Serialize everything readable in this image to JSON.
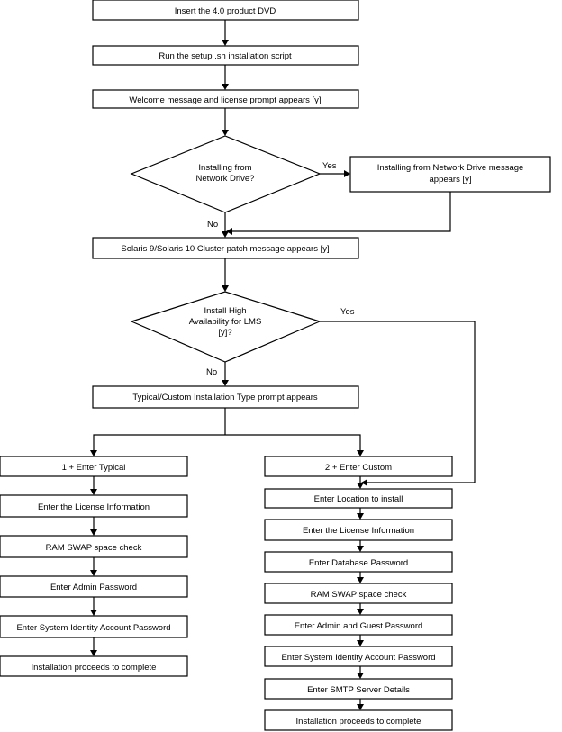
{
  "steps": {
    "insert_dvd": "Insert the 4.0 product DVD",
    "run_setup": "Run the setup .sh installation script",
    "welcome": "Welcome message and license prompt appears [y]",
    "network_question": [
      "Installing from",
      "Network Drive?"
    ],
    "network_message": [
      "Installing from Network Drive message",
      "appears [y]"
    ],
    "solaris_patch": "Solaris 9/Solaris 10 Cluster patch message appears [y]",
    "ha_question": [
      "Install High",
      "Availability for LMS",
      "[y]?"
    ],
    "install_type": "Typical/Custom Installation Type prompt appears"
  },
  "edge_labels": {
    "yes": "Yes",
    "no": "No"
  },
  "typical": {
    "header": "1 + Enter Typical",
    "steps": [
      "Enter the License Information",
      "RAM SWAP  space check",
      "Enter Admin Password",
      "Enter System Identity Account Password",
      "Installation proceeds to complete"
    ]
  },
  "custom": {
    "header": "2 + Enter Custom",
    "steps": [
      "Enter Location to install",
      "Enter the License Information",
      "Enter Database Password",
      "RAM SWAP  space check",
      "Enter Admin and Guest Password",
      "Enter System Identity Account Password",
      "Enter SMTP Server Details",
      "Installation proceeds to complete"
    ]
  }
}
